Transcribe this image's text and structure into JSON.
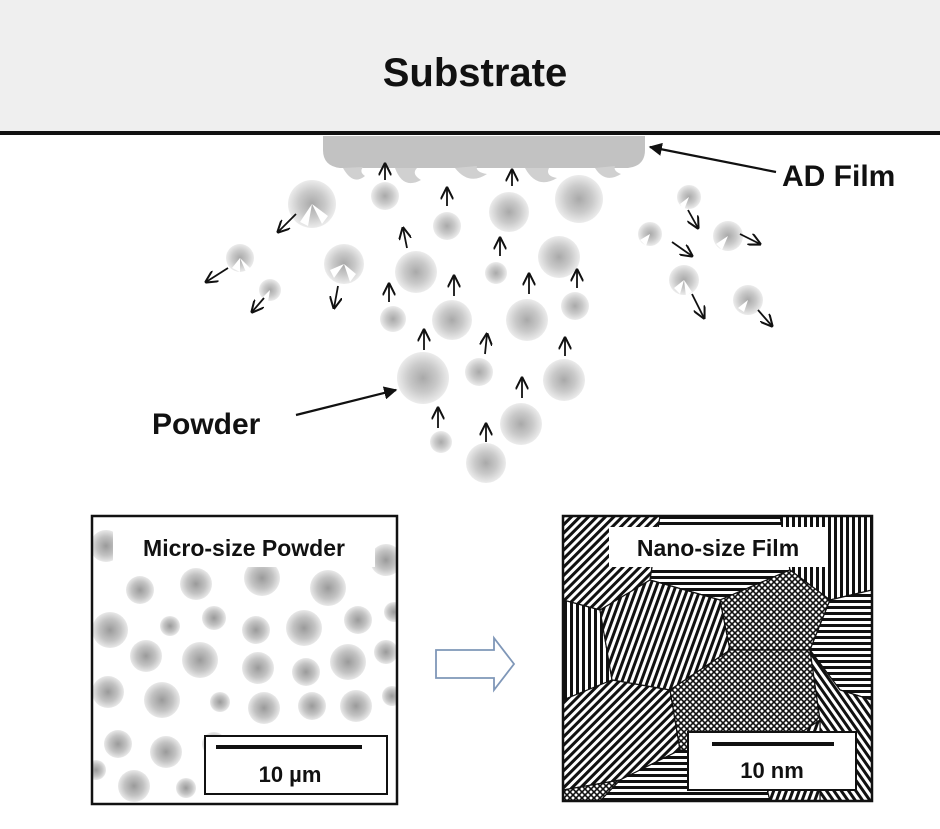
{
  "substrate": {
    "label": "Substrate"
  },
  "film": {
    "label": "AD Film"
  },
  "powder": {
    "label": "Powder"
  },
  "micro_panel": {
    "title": "Micro-size Powder",
    "scale_label": "10 µm"
  },
  "nano_panel": {
    "title": "Nano-size Film",
    "scale_label": "10 nm"
  },
  "colors": {
    "substrate_fill": "#eeeeee",
    "film_fill": "#bfbfbf",
    "particle_core": "#b9b9b9",
    "arrow": "#ffffff"
  }
}
